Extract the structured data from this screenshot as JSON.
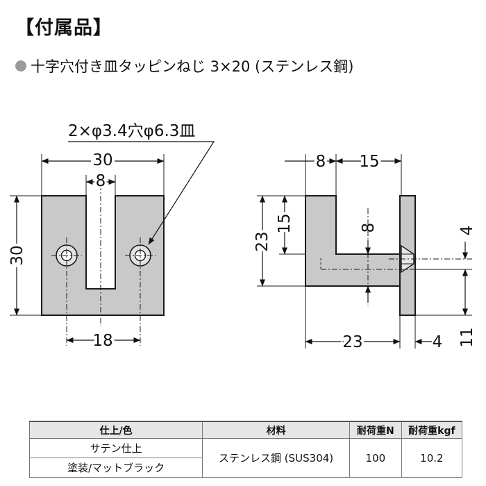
{
  "title": "【付属品】",
  "accessory": {
    "bullet_icon": "gray-circle-icon",
    "text": "十字穴付き皿タッピンねじ 3×20 (ステンレス鋼)"
  },
  "front_view": {
    "hole_spec": "2×φ3.4穴φ6.3皿",
    "width": "30",
    "slot_width": "8",
    "height": "30",
    "hole_pitch": "18"
  },
  "side_view": {
    "dim_8": "8",
    "dim_15": "15",
    "dim_23_vertical": "23",
    "dim_15_vertical": "15",
    "dim_8_vertical": "8",
    "dim_4_right": "4",
    "dim_23_bottom": "23",
    "dim_4_bottom": "4",
    "dim_11_right": "11"
  },
  "colors": {
    "part_fill": "#c9c9c9",
    "outline": "#1a1a1a",
    "bullet": "#9a9a9a"
  },
  "table": {
    "headers": [
      "仕上/色",
      "材料",
      "耐荷重N",
      "耐荷重kgf"
    ],
    "finish_1": "サテン仕上",
    "finish_2": "塗装/マットブラック",
    "material": "ステンレス鋼 (SUS304)",
    "load_n": "100",
    "load_kgf": "10.2"
  }
}
